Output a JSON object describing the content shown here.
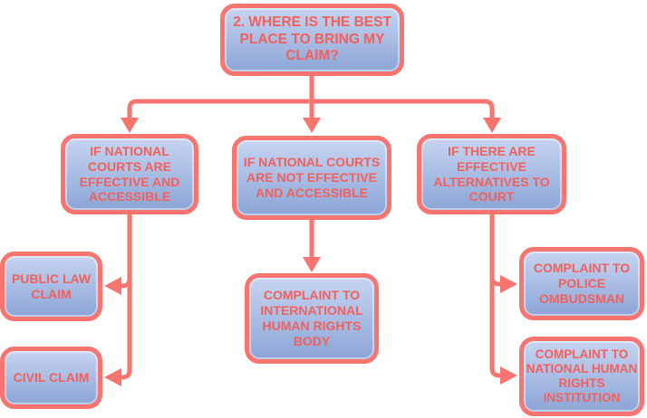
{
  "diagram": {
    "type": "flowchart",
    "title": "2. WHERE IS THE BEST PLACE TO BRING MY CLAIM?",
    "colors": {
      "box_border": "#F8746F",
      "box_fill_top": "#C6D4F0",
      "box_fill_bottom": "#8CA5D7",
      "text": "#F2605C",
      "arrow": "#F8746F",
      "background": "#FFFFFF"
    }
  },
  "nodes": {
    "root": {
      "label": "2. WHERE IS THE BEST\nPLACE TO BRING MY\nCLAIM?"
    },
    "courts_effective": {
      "label": "IF NATIONAL\nCOURTS ARE\nEFFECTIVE AND\nACCESSIBLE"
    },
    "courts_not_effective": {
      "label": "IF NATIONAL COURTS\nARE NOT EFFECTIVE\nAND ACCESSIBLE"
    },
    "alternatives": {
      "label": "IF THERE ARE\nEFFECTIVE\nALTERNATIVES TO\nCOURT"
    },
    "public_law_claim": {
      "label": "PUBLIC LAW\nCLAIM"
    },
    "civil_claim": {
      "label": "CIVIL CLAIM"
    },
    "intl_body": {
      "label": "COMPLAINT TO\nINTERNATIONAL\nHUMAN RIGHTS\nBODY"
    },
    "police_ombudsman": {
      "label": "COMPLAINT TO\nPOLICE\nOMBUDSMAN"
    },
    "nhri": {
      "label": "COMPLAINT TO\nNATIONAL HUMAN\nRIGHTS\nINSTITUTION"
    }
  },
  "edges": [
    {
      "from": "root",
      "to": "courts_effective"
    },
    {
      "from": "root",
      "to": "courts_not_effective"
    },
    {
      "from": "root",
      "to": "alternatives"
    },
    {
      "from": "courts_effective",
      "to": "public_law_claim"
    },
    {
      "from": "courts_effective",
      "to": "civil_claim"
    },
    {
      "from": "courts_not_effective",
      "to": "intl_body"
    },
    {
      "from": "alternatives",
      "to": "police_ombudsman"
    },
    {
      "from": "alternatives",
      "to": "nhri"
    }
  ]
}
